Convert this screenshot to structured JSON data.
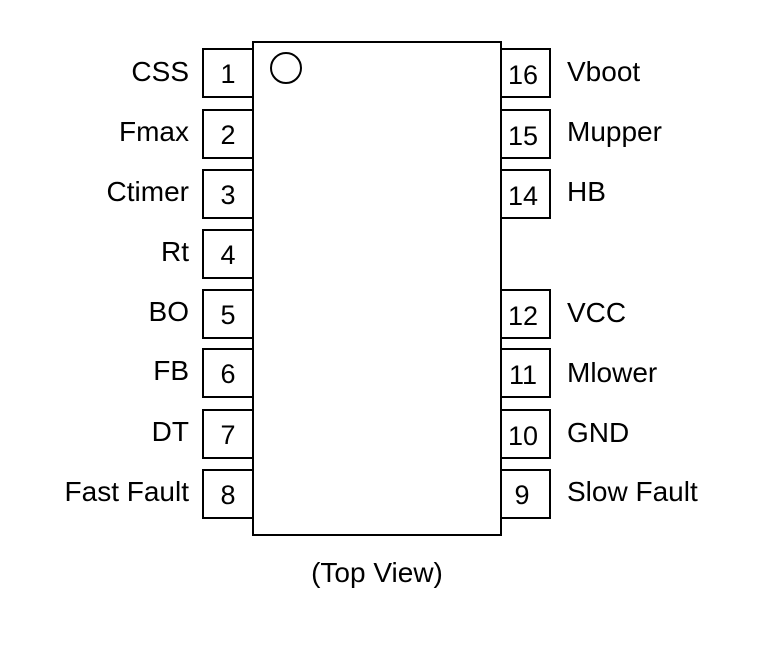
{
  "package": {
    "caption": "(Top View)",
    "left_pins": [
      {
        "number": "1",
        "label": "CSS"
      },
      {
        "number": "2",
        "label": "Fmax"
      },
      {
        "number": "3",
        "label": "Ctimer"
      },
      {
        "number": "4",
        "label": "Rt"
      },
      {
        "number": "5",
        "label": "BO"
      },
      {
        "number": "6",
        "label": "FB"
      },
      {
        "number": "7",
        "label": "DT"
      },
      {
        "number": "8",
        "label": "Fast Fault"
      }
    ],
    "right_pins": [
      {
        "number": "16",
        "label": "Vboot"
      },
      {
        "number": "15",
        "label": "Mupper"
      },
      {
        "number": "14",
        "label": "HB"
      },
      {
        "number": "12",
        "label": "VCC"
      },
      {
        "number": "11",
        "label": "Mlower"
      },
      {
        "number": "10",
        "label": "GND"
      },
      {
        "number": "9",
        "label": "Slow Fault"
      }
    ]
  }
}
